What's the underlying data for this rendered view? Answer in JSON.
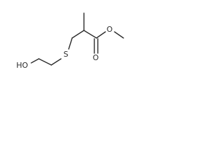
{
  "molecule": {
    "atoms": {
      "sulfur": "S",
      "hydroxyl": "HO",
      "carbonyl_oxygen": "O",
      "ester_oxygen": "O"
    }
  },
  "colors": {
    "bond": "#2b2b2b",
    "background": "#ffffff"
  }
}
